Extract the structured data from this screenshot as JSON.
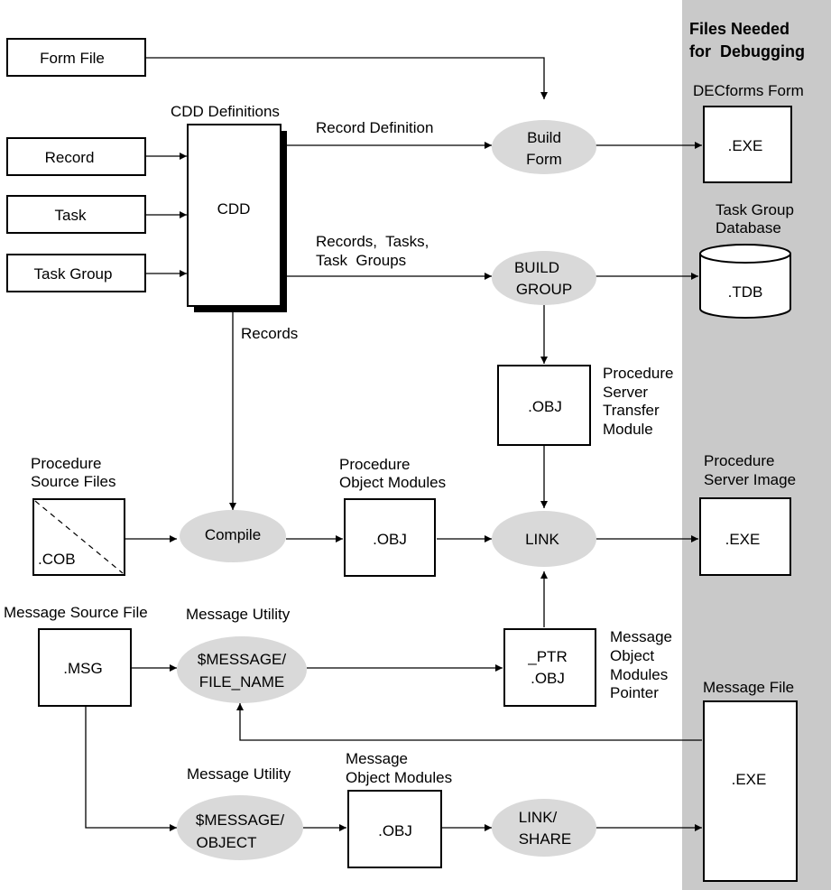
{
  "colors": {
    "panel": "#c9c9c9",
    "process": "#d9d9d9",
    "shadow": "#000000"
  },
  "panel": {
    "title_line1": "Files Needed",
    "title_line2": "for  Debugging"
  },
  "inputs": {
    "form_file": "Form File",
    "record": "Record",
    "task": "Task",
    "task_group": "Task Group"
  },
  "cdd": {
    "caption": "CDD Definitions",
    "label": "CDD"
  },
  "flow_labels": {
    "record_definition": "Record Definition",
    "records_tasks_line1": "Records,  Tasks,",
    "records_tasks_line2": "Task  Groups",
    "records": "Records"
  },
  "processes": {
    "build_form_line1": "Build",
    "build_form_line2": "Form",
    "build_group_line1": "BUILD",
    "build_group_line2": "GROUP",
    "compile": "Compile",
    "link": "LINK",
    "message_file_name_line1": "$MESSAGE/",
    "message_file_name_line2": "FILE_NAME",
    "message_object_line1": "$MESSAGE/",
    "message_object_line2": "OBJECT",
    "link_share_line1": "LINK/",
    "link_share_line2": "SHARE"
  },
  "outputs": {
    "decforms_caption": "DECforms Form",
    "decforms_label": ".EXE",
    "tdb_caption_line1": "Task Group",
    "tdb_caption_line2": "Database",
    "tdb_label": ".TDB",
    "server_image_caption_line1": "Procedure",
    "server_image_caption_line2": "Server Image",
    "server_image_label": ".EXE",
    "message_file_caption": "Message File",
    "message_file_label": ".EXE"
  },
  "intermediates": {
    "transfer_label": ".OBJ",
    "transfer_caption": [
      "Procedure",
      "Server",
      "Transfer",
      "Module"
    ],
    "source_caption_line1": "Procedure",
    "source_caption_line2": "Source Files",
    "source_label": ".COB",
    "object_modules_caption_line1": "Procedure",
    "object_modules_caption_line2": "Object Modules",
    "object_modules_label": ".OBJ",
    "ptr_label_line1": "_PTR",
    "ptr_label_line2": ".OBJ",
    "ptr_caption": [
      "Message",
      "Object",
      "Modules",
      "Pointer"
    ],
    "msg_caption": "Message Source File",
    "msg_label": ".MSG",
    "message_utility_1": "Message Utility",
    "message_utility_2": "Message Utility",
    "msg_obj_caption_line1": "Message",
    "msg_obj_caption_line2": "Object Modules",
    "msg_obj_label": ".OBJ"
  }
}
